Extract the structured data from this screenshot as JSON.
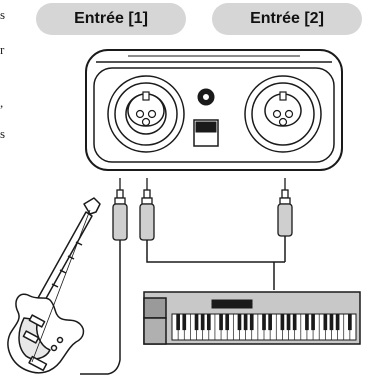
{
  "inputs": {
    "input1_label": "Entrée [1]",
    "input2_label": "Entrée [2]"
  },
  "margin_text": {
    "line1": "s",
    "line2": "r",
    "line3": ",",
    "line4": "s"
  },
  "colors": {
    "pill": "#d6d6d6",
    "outline": "#1a1a1a",
    "device_fill": "#ffffff",
    "jack_fill": "#cfcfcf",
    "keyboard_body": "#c8c8c8"
  },
  "icons": {
    "xlr_combo_jack": "combo-jack-icon",
    "headphone_jack": "phone-jack-icon",
    "guitar": "electric-guitar-icon",
    "keyboard": "synth-keyboard-icon",
    "cable_plug": "jack-plug-icon"
  }
}
